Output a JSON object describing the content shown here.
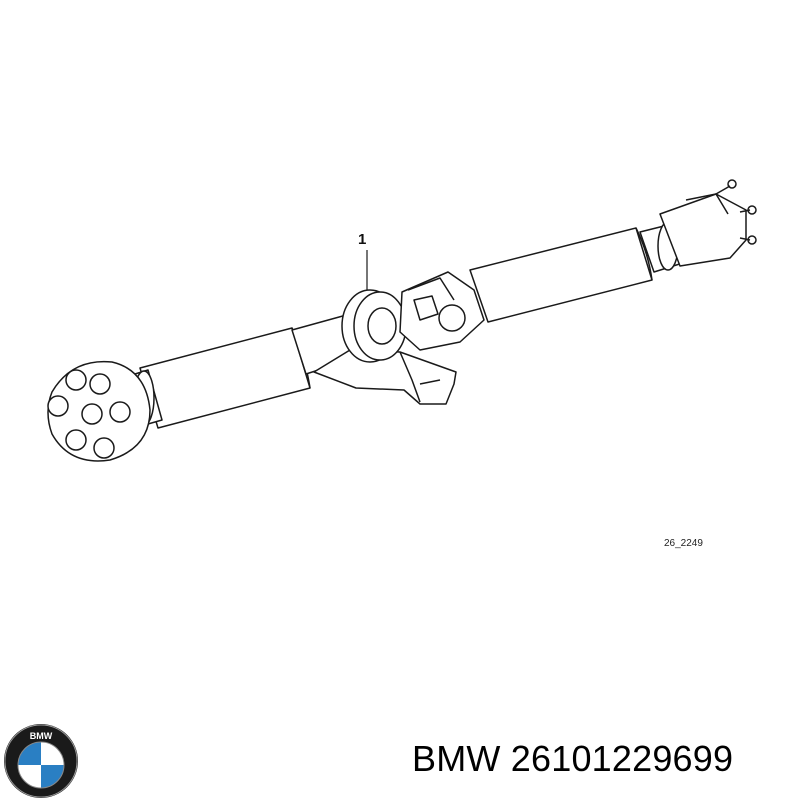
{
  "diagram": {
    "part_number_callout": "1",
    "figure_code": "26_2249"
  },
  "brand": {
    "logo": "bmw-roundel-logo",
    "logo_text": "BMW",
    "colors": {
      "blue": "#2a7fc3",
      "white": "#ffffff",
      "ring": "#1a1a1a"
    }
  },
  "product": {
    "title": "BMW 26101229699"
  }
}
